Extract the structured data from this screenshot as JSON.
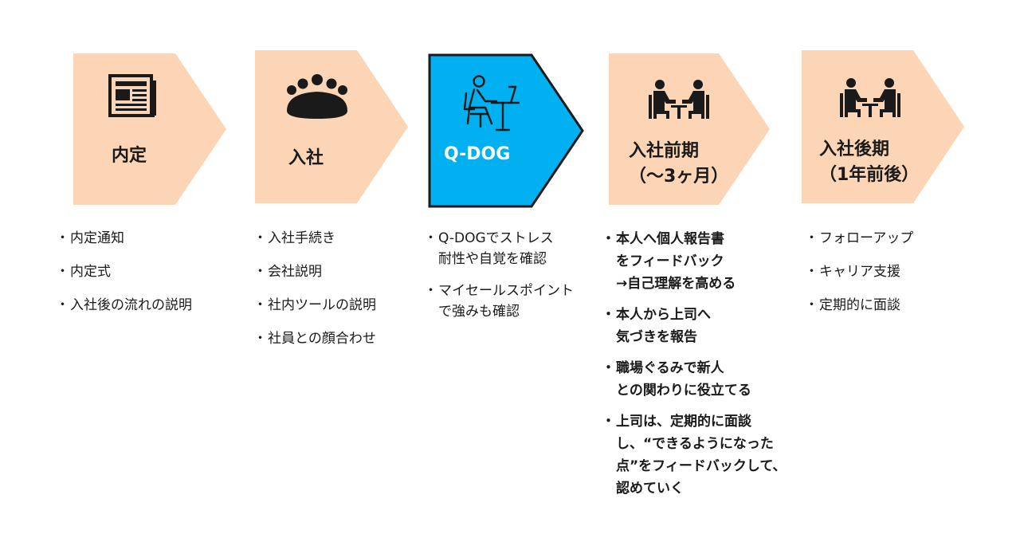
{
  "stages": [
    {
      "title": "内定",
      "icon": "newspaper-icon",
      "fill": "#fbd5b5",
      "bullets": [
        "内定通知",
        "内定式",
        "入社後の流れの説明"
      ]
    },
    {
      "title": "入社",
      "icon": "group-meeting-icon",
      "fill": "#fbd5b5",
      "bullets": [
        "入社手続き",
        "会社説明",
        "社内ツールの説明",
        "社員との顔合わせ"
      ]
    },
    {
      "title": "Q-DOG",
      "icon": "person-at-laptop-icon",
      "fill": "#00b0f0",
      "stroke": "#1a1a1a",
      "bullets": [
        "Q-DOGでストレス\n耐性や自覚を確認",
        "マイセールスポイント\nで強みも確認"
      ]
    },
    {
      "title": "入社前期\n（～3ヶ月）",
      "icon": "face-to-face-desk-icon",
      "fill": "#fbd5b5",
      "bullets": [
        "本人へ個人報告書\nをフィードバック\n→自己理解を高める",
        "本人から上司へ\n気づきを報告",
        "職場ぐるみで新人\nとの関わりに役立てる",
        "上司は、定期的に面談\nし、“できるようになった\n点”をフィードバックして、\n認めていく"
      ]
    },
    {
      "title": "入社後期\n（1年前後）",
      "icon": "face-to-face-desk-icon",
      "fill": "#fbd5b5",
      "bullets": [
        "フォローアップ",
        "キャリア支援",
        "定期的に面談"
      ]
    }
  ]
}
